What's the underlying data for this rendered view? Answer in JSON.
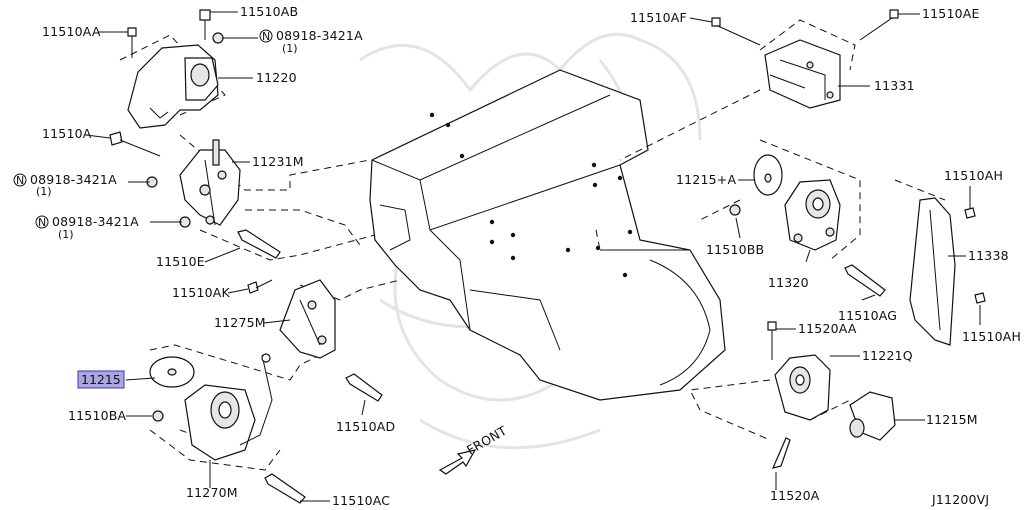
{
  "diagram": {
    "ref_code": "J11200VJ",
    "front_label": "FRONT",
    "highlight_part": "11215",
    "callouts": {
      "c_11510AA": "11510AA",
      "c_11510AB": "11510AB",
      "c_08918_top": "08918-3421A",
      "c_08918_top_qty": "(1)",
      "c_11220": "11220",
      "c_11510A": "11510A",
      "c_11231M": "11231M",
      "c_08918_mid": "08918-3421A",
      "c_08918_mid_qty": "(1)",
      "c_08918_low": "08918-3421A",
      "c_08918_low_qty": "(1)",
      "c_11510E": "11510E",
      "c_11510AK": "11510AK",
      "c_11275M": "11275M",
      "c_11215": "11215",
      "c_11510BA": "11510BA",
      "c_11270M": "11270M",
      "c_11510AC": "11510AC",
      "c_11510AD": "11510AD",
      "c_11510AF": "11510AF",
      "c_11510AE": "11510AE",
      "c_11331": "11331",
      "c_11215A": "11215+A",
      "c_11510BB": "11510BB",
      "c_11320": "11320",
      "c_11510AG": "11510AG",
      "c_11510AH_top": "11510AH",
      "c_11338": "11338",
      "c_11510AH_bot": "11510AH",
      "c_11520AA": "11520AA",
      "c_11221Q": "11221Q",
      "c_11215M": "11215M",
      "c_11520A": "11520A",
      "n_symbol": "N"
    }
  }
}
